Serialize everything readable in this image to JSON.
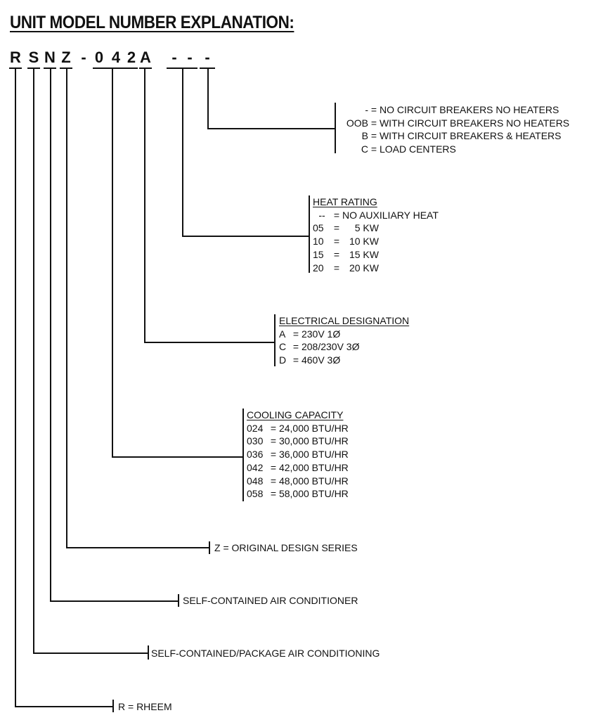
{
  "title": "UNIT MODEL NUMBER EXPLANATION:",
  "model_code": [
    "R",
    "S",
    "N",
    "Z",
    "-",
    "0",
    "4",
    "2",
    "A",
    "-",
    "-",
    "-"
  ],
  "breakers": {
    "items": [
      {
        "code": "-",
        "eq": "=",
        "desc": "NO CIRCUIT BREAKERS NO HEATERS"
      },
      {
        "code": "OOB",
        "eq": "=",
        "desc": "WITH CIRCUIT BREAKERS NO HEATERS"
      },
      {
        "code": "B",
        "eq": "=",
        "desc": "WITH CIRCUIT BREAKERS & HEATERS"
      },
      {
        "code": "C",
        "eq": "=",
        "desc": "LOAD CENTERS"
      }
    ]
  },
  "heat_rating": {
    "title": "HEAT RATING",
    "items": [
      {
        "code": "--",
        "eq": "=",
        "desc": "NO AUXILIARY HEAT"
      },
      {
        "code": "05",
        "eq": "=",
        "desc": "5 KW"
      },
      {
        "code": "10",
        "eq": "=",
        "desc": "10 KW"
      },
      {
        "code": "15",
        "eq": "=",
        "desc": "15 KW"
      },
      {
        "code": "20",
        "eq": "=",
        "desc": "20 KW"
      }
    ]
  },
  "electrical": {
    "title": "ELECTRICAL DESIGNATION",
    "items": [
      {
        "code": "A",
        "eq": "=",
        "desc": "230V 1Ø"
      },
      {
        "code": "C",
        "eq": "=",
        "desc": "208/230V 3Ø"
      },
      {
        "code": "D",
        "eq": "=",
        "desc": "460V 3Ø"
      }
    ]
  },
  "cooling": {
    "title": "COOLING CAPACITY",
    "items": [
      {
        "code": "024",
        "eq": "=",
        "desc": "24,000 BTU/HR"
      },
      {
        "code": "030",
        "eq": "=",
        "desc": "30,000 BTU/HR"
      },
      {
        "code": "036",
        "eq": "=",
        "desc": "36,000 BTU/HR"
      },
      {
        "code": "042",
        "eq": "=",
        "desc": "42,000 BTU/HR"
      },
      {
        "code": "048",
        "eq": "=",
        "desc": "48,000 BTU/HR"
      },
      {
        "code": "058",
        "eq": "=",
        "desc": "58,000 BTU/HR"
      }
    ]
  },
  "design_series": "Z = ORIGINAL DESIGN SERIES",
  "self_contained": "SELF-CONTAINED AIR CONDITIONER",
  "package": "SELF-CONTAINED/PACKAGE AIR CONDITIONING",
  "brand": "R = RHEEM"
}
